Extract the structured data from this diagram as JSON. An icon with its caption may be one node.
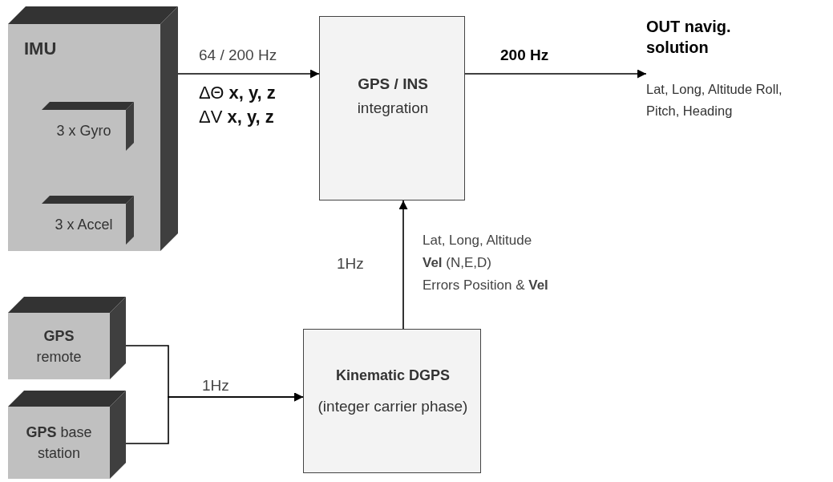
{
  "diagram": {
    "nodes": [
      {
        "text": [
          "IMU"
        ]
      },
      {
        "text": [
          "3 x Gyro"
        ],
        "in": 0
      },
      {
        "text": [
          "3 x Accel"
        ],
        "in": 0
      },
      {
        "text": [
          "GPS / INS",
          "integration"
        ]
      },
      {
        "text": [
          "OUT navig. solution",
          "Lat, Long, Altitude Roll, Pitch, Heading"
        ]
      },
      {
        "text": [
          "**GPS** remote"
        ]
      },
      {
        "text": [
          "**GPS** base station"
        ]
      },
      {
        "text": [
          "Kinematic DGPS",
          "(integer carrier phase)"
        ]
      }
    ],
    "edges": [
      {
        "from": 0,
        "to": 3,
        "arrow": "to",
        "label": "64 / 200 Hz"
      },
      {
        "from": 3,
        "to": 4,
        "arrow": "to",
        "label": "200 Hz"
      },
      {
        "from": 5,
        "to": 7,
        "arrow": "to",
        "label": "1Hz"
      },
      {
        "from": 6,
        "to": 7,
        "arrow": "to"
      },
      {
        "from": 7,
        "to": 3,
        "arrow": "to",
        "label": "1Hz"
      }
    ],
    "labels": [
      "ΔΘ **x, y, z**",
      "ΔV **x, y, z**",
      "Lat, Long, Altitude",
      "**Vel** (N,E,D)",
      "Errors Position & **Vel**"
    ]
  }
}
